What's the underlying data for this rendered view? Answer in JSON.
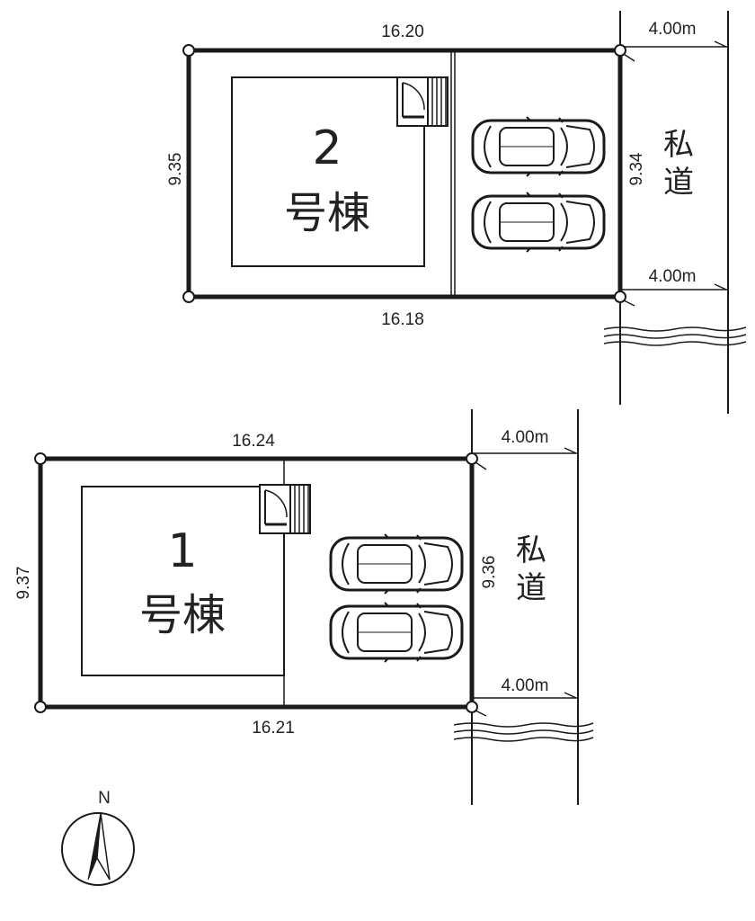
{
  "lot2": {
    "label_number": "2",
    "label_text": "号棟",
    "dim_top": "16.20",
    "dim_bottom": "16.18",
    "dim_left": "9.35",
    "dim_right": "9.34",
    "road_width_top": "4.00m",
    "road_width_bottom": "4.00m",
    "road_label_1": "私",
    "road_label_2": "道"
  },
  "lot1": {
    "label_number": "1",
    "label_text": "号棟",
    "dim_top": "16.24",
    "dim_bottom": "16.21",
    "dim_left": "9.37",
    "dim_right": "9.36",
    "road_width_top": "4.00m",
    "road_width_bottom": "4.00m",
    "road_label_1": "私",
    "road_label_2": "道"
  },
  "compass": {
    "north_label": "N"
  },
  "icons": [
    "car-icon",
    "door-icon",
    "stairs-icon",
    "north-arrow-icon"
  ]
}
